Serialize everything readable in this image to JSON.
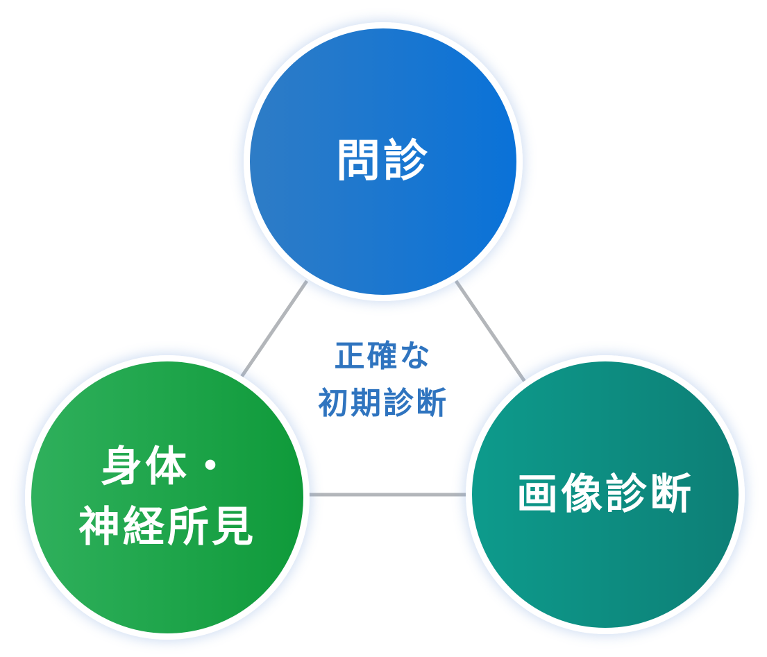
{
  "diagram": {
    "center": {
      "label": "正確な\n初期診断",
      "color": "#2f74bf"
    },
    "nodes": [
      {
        "id": "top",
        "label": "問診",
        "gradient": [
          "#2e7cc6",
          "#0a72d8"
        ]
      },
      {
        "id": "left",
        "label": "身体・\n神経所見",
        "gradient": [
          "#2fb05c",
          "#0f9a3a"
        ]
      },
      {
        "id": "right",
        "label": "画像診断",
        "gradient": [
          "#0d9b8c",
          "#0d7f76"
        ]
      }
    ],
    "connector_color": "#b3b6ba"
  }
}
